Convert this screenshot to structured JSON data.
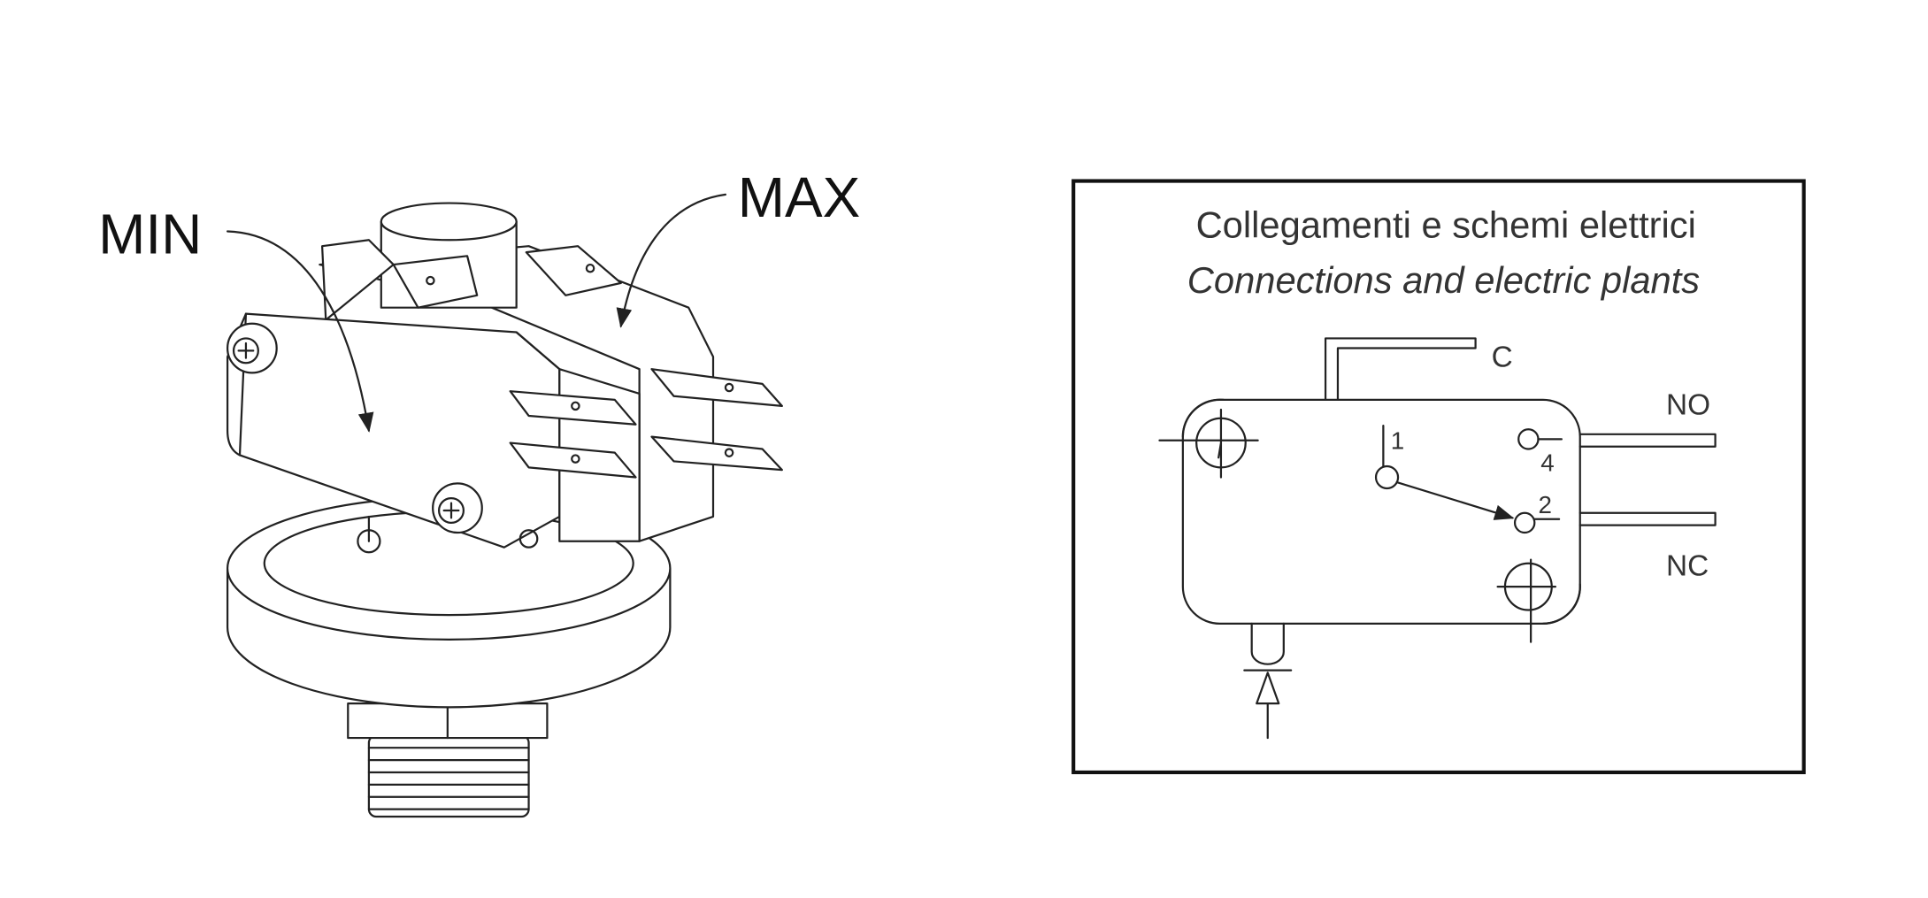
{
  "product_drawing": {
    "label_min": "MIN",
    "label_max": "MAX"
  },
  "wiring_panel": {
    "title_it": "Collegamenti e schemi elettrici",
    "title_en": "Connections and electric plants",
    "terminal_common": "C",
    "terminal_no": "NO",
    "terminal_nc": "NC",
    "contact_1": "1",
    "contact_4": "4",
    "contact_2": "2"
  }
}
